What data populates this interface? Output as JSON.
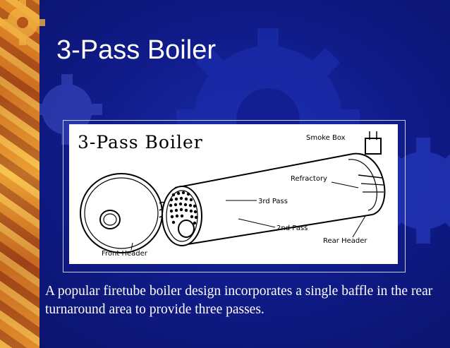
{
  "slide": {
    "title": "3-Pass Boiler",
    "caption": "A popular firetube boiler design incorporates a single baffle in the rear turnaround area to provide three passes."
  },
  "figure": {
    "heading": "3-Pass Boiler",
    "labels": {
      "smoke_box": "Smoke Box",
      "refractory": "Refractory",
      "third_pass": "3rd Pass",
      "second_pass": "2nd Pass",
      "rear_header": "Rear Header",
      "front_header": "Front Header"
    }
  },
  "colors": {
    "background": "#101c8a",
    "title_text": "#ffffff",
    "accent_strip": "#e08a2a"
  }
}
